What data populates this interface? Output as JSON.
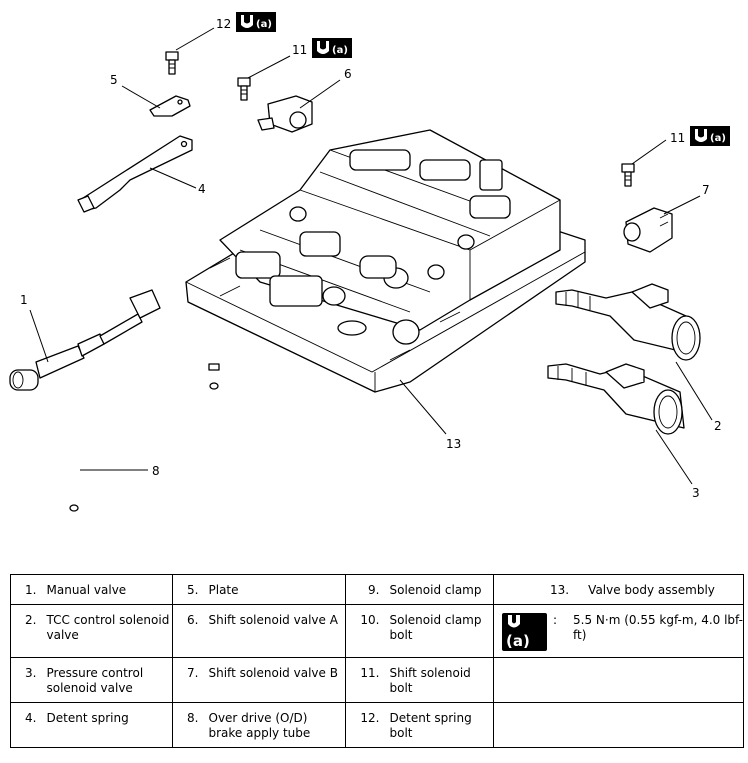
{
  "callouts": {
    "c1": "1",
    "c2": "2",
    "c3": "3",
    "c4": "4",
    "c5": "5",
    "c6": "6",
    "c7": "7",
    "c8": "8",
    "c11a": "11",
    "c11b": "11",
    "c12": "12",
    "c13": "13"
  },
  "torque_symbol": "(a)",
  "legend": {
    "rows": [
      [
        {
          "num": "1.",
          "label": "Manual valve"
        },
        {
          "num": "5.",
          "label": "Plate"
        },
        {
          "num": "9.",
          "label": "Solenoid clamp"
        },
        {
          "num": "13.",
          "label": "Valve body assembly"
        }
      ],
      [
        {
          "num": "2.",
          "label": "TCC control solenoid valve"
        },
        {
          "num": "6.",
          "label": "Shift solenoid valve A"
        },
        {
          "num": "10.",
          "label": "Solenoid clamp bolt"
        }
      ],
      [
        {
          "num": "3.",
          "label": "Pressure control solenoid valve"
        },
        {
          "num": "7.",
          "label": "Shift solenoid valve B"
        },
        {
          "num": "11.",
          "label": "Shift solenoid bolt"
        }
      ],
      [
        {
          "num": "4.",
          "label": "Detent spring"
        },
        {
          "num": "8.",
          "label": "Over drive (O/D) brake apply tube"
        },
        {
          "num": "12.",
          "label": "Detent spring bolt"
        }
      ]
    ],
    "torque_note": {
      "symbol": "(a)",
      "colon": ":",
      "value": "5.5 N·m (0.55 kgf-m, 4.0 lbf-ft)"
    }
  }
}
